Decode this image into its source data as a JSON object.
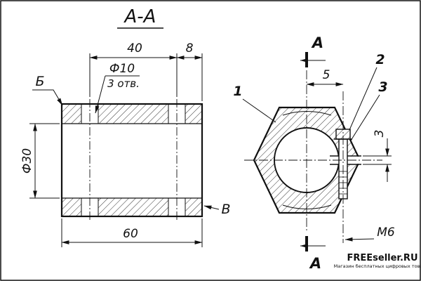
{
  "title": "А-А",
  "left_view": {
    "label_b": "Б",
    "label_v": "В",
    "dim_40": "40",
    "dim_8": "8",
    "hole_dia": "Ф10",
    "hole_count": "3 отв.",
    "bore_dia": "Ф30",
    "dim_60": "60"
  },
  "right_view": {
    "part_1": "1",
    "part_2": "2",
    "part_3": "3",
    "dim_5": "5",
    "slit_dim_3": "3",
    "thread": "М6",
    "section_label_top": "А",
    "section_label_bottom": "А"
  },
  "watermark": {
    "site": "FREEseller.RU",
    "tagline": "Магазин бесплатных цифровых товаров",
    "color": "#cc1111"
  }
}
